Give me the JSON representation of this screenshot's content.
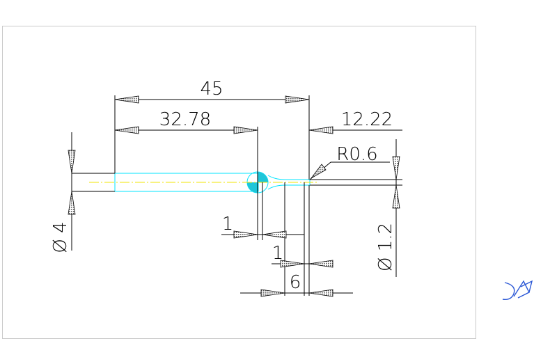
{
  "drawing": {
    "dimensions": {
      "overall_length": "45",
      "left_length": "32.78",
      "right_length": "12.22",
      "tip_radius": "R0.6",
      "shank_diameter": "Ø 4",
      "tip_diameter": "Ø 1.2",
      "step_one_a": "1",
      "step_one_b": "1",
      "tip_length": "6"
    }
  },
  "colors": {
    "line": "#000000",
    "part": "#00e5ff",
    "centerline": "#f2e600",
    "arrow": "#6e6e6e",
    "frame": "#c9c9c9",
    "logo": "#2a57d6"
  },
  "icons": {
    "logo": "logo-icon"
  }
}
